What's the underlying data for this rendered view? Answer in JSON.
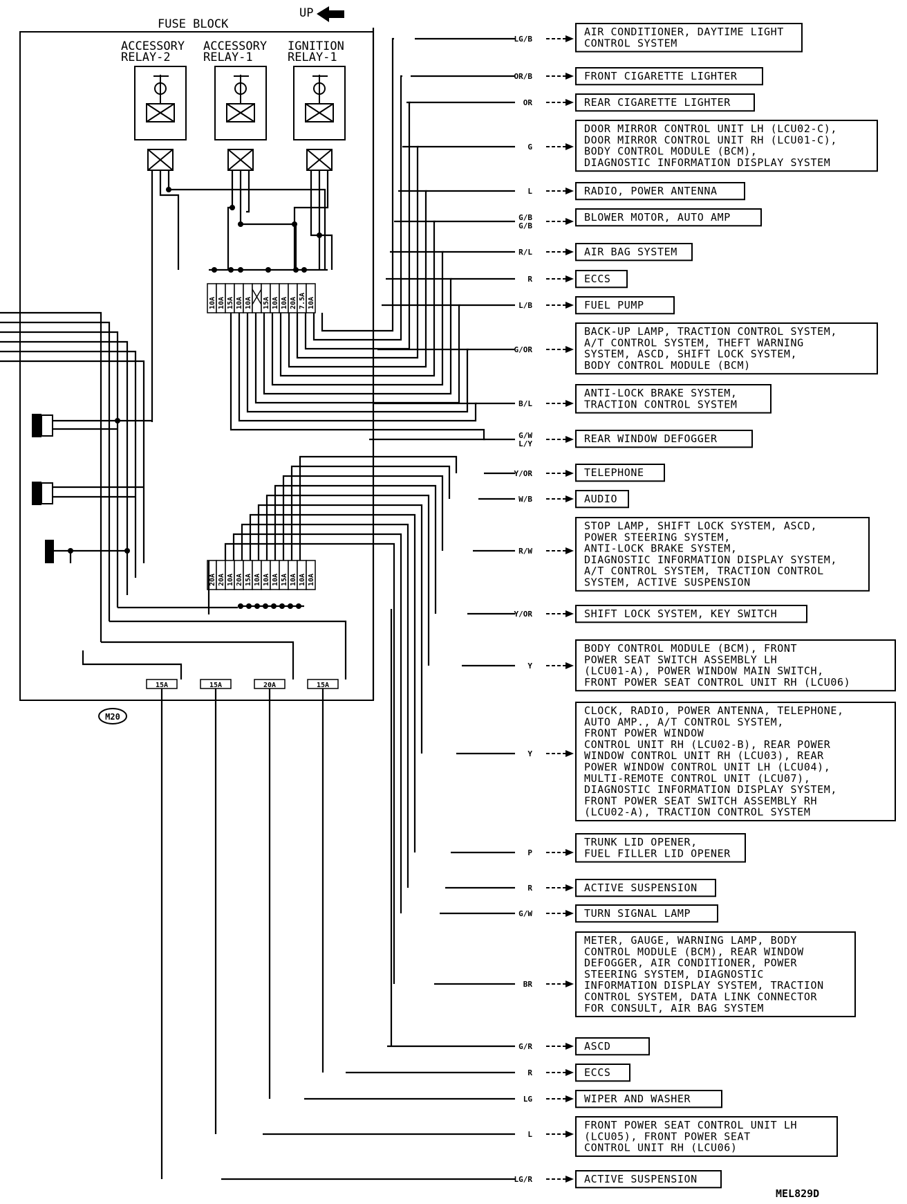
{
  "fuse_block": {
    "title": "FUSE BLOCK",
    "up_label": "UP",
    "connector_id": "M20",
    "figure_id": "MEL829D",
    "relays": [
      {
        "line1": "ACCESSORY",
        "line2": "RELAY-2"
      },
      {
        "line1": "ACCESSORY",
        "line2": "RELAY-1"
      },
      {
        "line1": "IGNITION",
        "line2": "RELAY-1"
      }
    ],
    "upper_fuses": [
      "10A",
      "10A",
      "15A",
      "10A",
      "10A",
      "",
      "15A",
      "10A",
      "10A",
      "20A",
      "7.5A",
      "10A"
    ],
    "lower_fuses": [
      "20A",
      "20A",
      "10A",
      "20A",
      "15A",
      "10A",
      "10A",
      "10A",
      "15A",
      "10A",
      "10A",
      "10A"
    ],
    "bottom_fuses": [
      "15A",
      "15A",
      "20A",
      "15A"
    ]
  },
  "circuits": [
    {
      "codes": [
        "LG/B"
      ],
      "lines": [
        "AIR CONDITIONER, DAYTIME LIGHT",
        "CONTROL SYSTEM"
      ]
    },
    {
      "codes": [
        "OR/B"
      ],
      "lines": [
        "FRONT CIGARETTE LIGHTER"
      ]
    },
    {
      "codes": [
        "OR"
      ],
      "lines": [
        "REAR CIGARETTE LIGHTER"
      ]
    },
    {
      "codes": [
        "G"
      ],
      "lines": [
        "DOOR MIRROR CONTROL UNIT LH (LCU02-C),",
        "DOOR MIRROR CONTROL UNIT RH (LCU01-C),",
        "BODY CONTROL MODULE (BCM),",
        "DIAGNOSTIC INFORMATION DISPLAY SYSTEM"
      ]
    },
    {
      "codes": [
        "L"
      ],
      "lines": [
        "RADIO, POWER ANTENNA"
      ]
    },
    {
      "codes": [
        "G/B",
        "G/B"
      ],
      "lines": [
        "BLOWER MOTOR, AUTO AMP"
      ]
    },
    {
      "codes": [
        "R/L"
      ],
      "lines": [
        "AIR BAG SYSTEM"
      ]
    },
    {
      "codes": [
        "R"
      ],
      "lines": [
        "ECCS"
      ]
    },
    {
      "codes": [
        "L/B"
      ],
      "lines": [
        "FUEL PUMP"
      ]
    },
    {
      "codes": [
        "G/OR"
      ],
      "lines": [
        "BACK-UP LAMP, TRACTION CONTROL SYSTEM,",
        "A/T CONTROL SYSTEM, THEFT WARNING",
        "SYSTEM, ASCD, SHIFT LOCK SYSTEM,",
        "BODY CONTROL MODULE (BCM)"
      ]
    },
    {
      "codes": [
        "B/L"
      ],
      "lines": [
        "ANTI-LOCK BRAKE SYSTEM,",
        "TRACTION CONTROL SYSTEM"
      ]
    },
    {
      "codes": [
        "G/W",
        "L/Y"
      ],
      "lines": [
        "REAR WINDOW DEFOGGER"
      ]
    },
    {
      "codes": [
        "Y/OR"
      ],
      "lines": [
        "TELEPHONE"
      ]
    },
    {
      "codes": [
        "W/B"
      ],
      "lines": [
        "AUDIO"
      ]
    },
    {
      "codes": [
        "R/W"
      ],
      "lines": [
        "STOP LAMP, SHIFT LOCK SYSTEM, ASCD,",
        "POWER STEERING SYSTEM,",
        "ANTI-LOCK BRAKE SYSTEM,",
        "DIAGNOSTIC INFORMATION DISPLAY SYSTEM,",
        "A/T CONTROL SYSTEM, TRACTION CONTROL",
        "SYSTEM, ACTIVE SUSPENSION"
      ]
    },
    {
      "codes": [
        "Y/OR"
      ],
      "lines": [
        "SHIFT LOCK SYSTEM, KEY SWITCH"
      ]
    },
    {
      "codes": [
        "Y"
      ],
      "lines": [
        "BODY CONTROL MODULE (BCM), FRONT",
        "POWER SEAT SWITCH ASSEMBLY LH",
        "(LCU01-A), POWER WINDOW MAIN SWITCH,",
        "FRONT POWER SEAT CONTROL UNIT RH (LCU06)"
      ]
    },
    {
      "codes": [
        "Y"
      ],
      "lines": [
        "CLOCK, RADIO, POWER ANTENNA, TELEPHONE,",
        "AUTO AMP., A/T CONTROL SYSTEM,",
        "FRONT POWER WINDOW",
        "CONTROL UNIT RH (LCU02-B), REAR POWER",
        "WINDOW CONTROL UNIT RH (LCU03), REAR",
        "POWER WINDOW CONTROL UNIT LH (LCU04),",
        "MULTI-REMOTE CONTROL UNIT (LCU07),",
        "DIAGNOSTIC INFORMATION DISPLAY SYSTEM,",
        "FRONT POWER SEAT SWITCH ASSEMBLY RH",
        "(LCU02-A), TRACTION CONTROL SYSTEM"
      ]
    },
    {
      "codes": [
        "P"
      ],
      "lines": [
        "TRUNK LID OPENER,",
        "FUEL FILLER LID OPENER"
      ]
    },
    {
      "codes": [
        "R"
      ],
      "lines": [
        "ACTIVE SUSPENSION"
      ]
    },
    {
      "codes": [
        "G/W"
      ],
      "lines": [
        "TURN SIGNAL LAMP"
      ]
    },
    {
      "codes": [
        "BR"
      ],
      "lines": [
        "METER, GAUGE, WARNING LAMP, BODY",
        "CONTROL MODULE (BCM), REAR WINDOW",
        "DEFOGGER, AIR CONDITIONER, POWER",
        "STEERING SYSTEM, DIAGNOSTIC",
        "INFORMATION DISPLAY SYSTEM, TRACTION",
        "CONTROL SYSTEM, DATA LINK CONNECTOR",
        "FOR CONSULT, AIR BAG SYSTEM"
      ]
    },
    {
      "codes": [
        "G/R"
      ],
      "lines": [
        "ASCD"
      ]
    },
    {
      "codes": [
        "R"
      ],
      "lines": [
        "ECCS"
      ]
    },
    {
      "codes": [
        "LG"
      ],
      "lines": [
        "WIPER AND WASHER"
      ]
    },
    {
      "codes": [
        "L"
      ],
      "lines": [
        "FRONT POWER SEAT CONTROL UNIT LH",
        "(LCU05), FRONT POWER SEAT",
        "CONTROL UNIT RH (LCU06)"
      ]
    },
    {
      "codes": [
        "LG/R"
      ],
      "lines": [
        "ACTIVE SUSPENSION"
      ]
    }
  ]
}
